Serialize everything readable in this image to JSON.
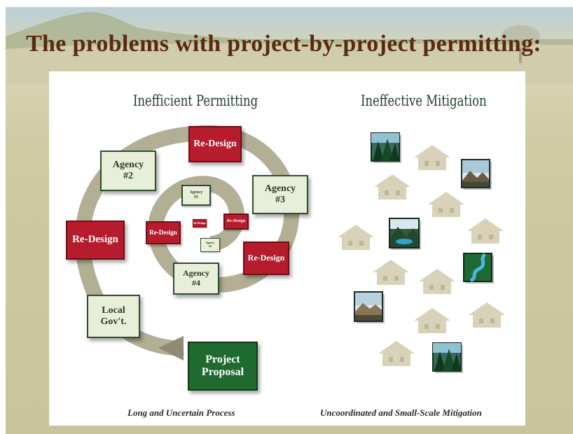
{
  "slide": {
    "title": "The problems with project-by-project permitting:"
  },
  "left_panel": {
    "heading": "Inefficient Permitting",
    "caption": "Long and Uncertain Process",
    "boxes": {
      "redesign_top": "Re-Design",
      "agency2": "Agency\n#2",
      "agency3": "Agency\n#3",
      "redesign_left": "Re-Design",
      "agency5": "Agency\n#5",
      "redesign_tiny": "Re-Design",
      "redesign_mid_right": "Re-Design",
      "redesign_mid_left": "Re-Design",
      "agency6": "Agency\n#6",
      "redesign_right": "Re-Design",
      "agency4": "Agency\n#4",
      "local_gov": "Local\nGov't.",
      "project_proposal": "Project\nProposal"
    }
  },
  "right_panel": {
    "heading": "Ineffective Mitigation",
    "caption": "Uncoordinated and Small-Scale Mitigation",
    "icons": [
      "house-icon",
      "forest-tile-icon",
      "mountain-tile-icon",
      "lake-tile-icon",
      "river-tile-icon"
    ]
  },
  "colors": {
    "title": "#5a2a10",
    "redesign_box": "#b71c2c",
    "agency_box": "#e9eed9",
    "proposal_box": "#1f6a2f",
    "spiral": "#a8a48a",
    "house": "#d8d3b8"
  }
}
